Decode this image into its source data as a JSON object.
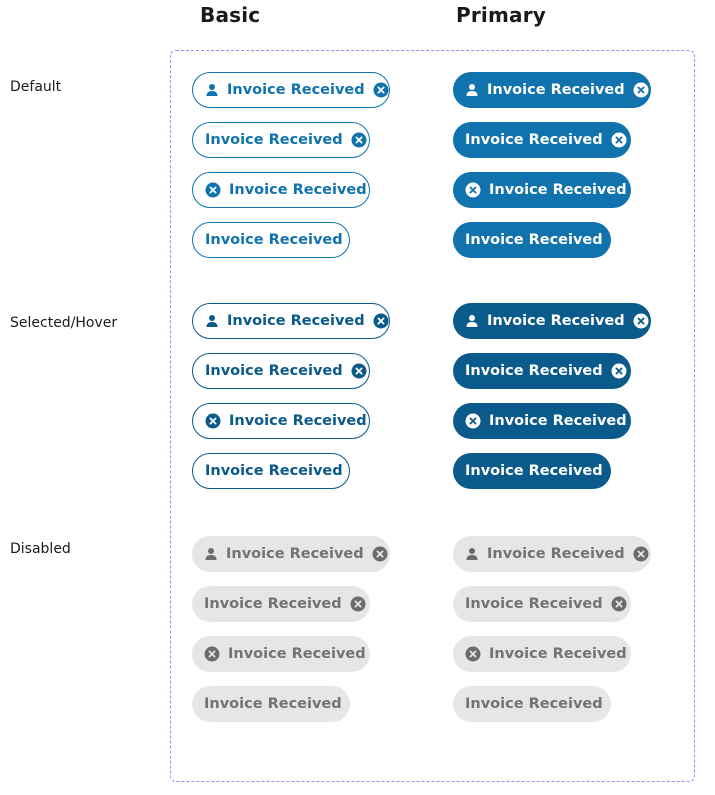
{
  "columns": {
    "basic": "Basic",
    "primary": "Primary"
  },
  "rows": {
    "default": "Default",
    "selected": "Selected/Hover",
    "disabled": "Disabled"
  },
  "chip_label": "Invoice Received",
  "colors": {
    "brand_blue": "#1173ad",
    "brand_blue_dark": "#0b5a8c",
    "disabled_bg": "#e6e6e6",
    "disabled_text": "#737373",
    "frame_dash": "#9b8cf0"
  },
  "icons": {
    "person": "person-icon",
    "close": "close-circle-icon"
  }
}
